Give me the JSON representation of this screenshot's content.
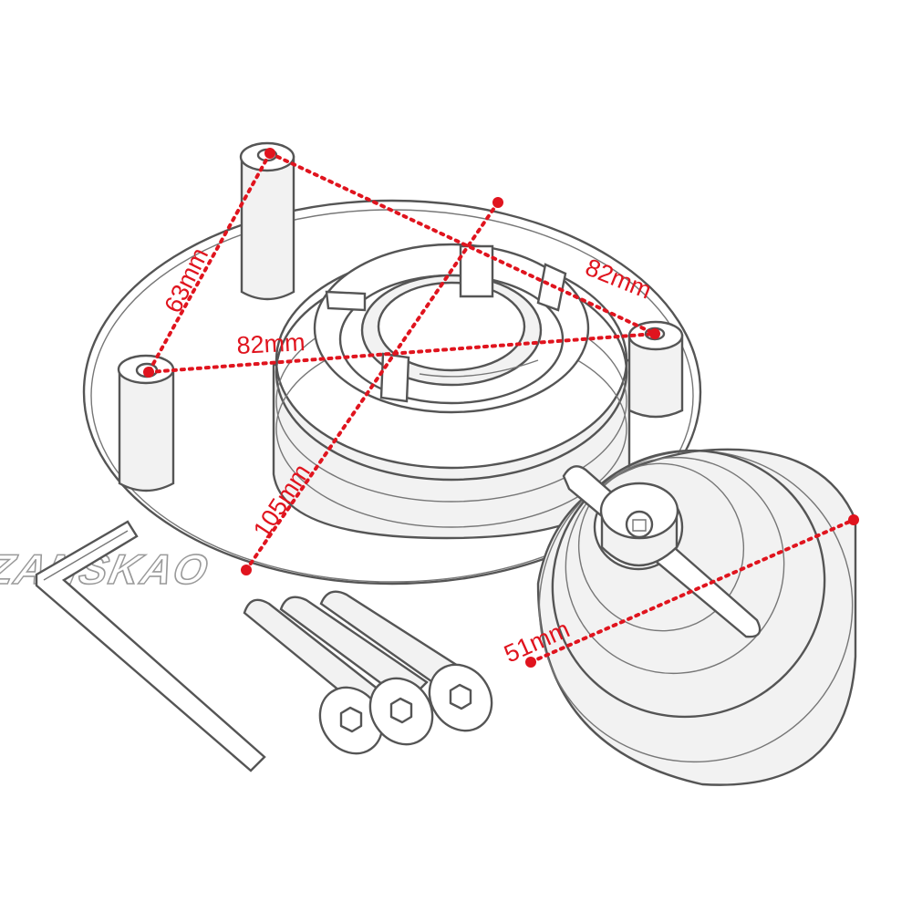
{
  "colors": {
    "dimension": "#e0141e",
    "outline": "#555555",
    "background": "#ffffff"
  },
  "watermark": {
    "text": "ZANSKAO"
  },
  "dimensions": {
    "post_spacing_left": "63mm",
    "post_spacing_right": "82mm",
    "post_spacing_middle": "82mm",
    "base_diameter": "105mm",
    "cap_diameter": "51mm"
  }
}
